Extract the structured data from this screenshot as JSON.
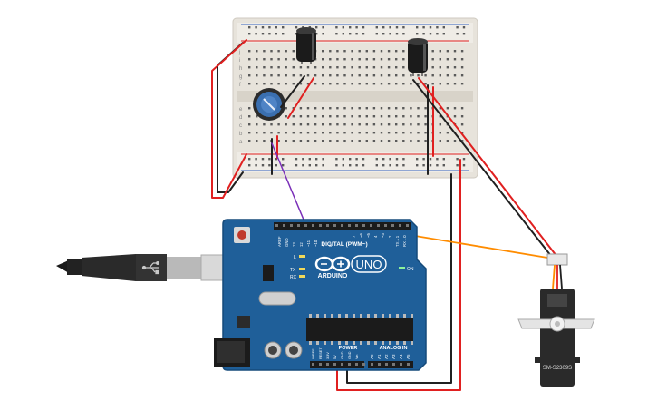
{
  "colors": {
    "background": "#ffffff",
    "breadboard": "#e7e3db",
    "board": "#1f5f99",
    "board_dark": "#154a7a",
    "wire_red": "#e02020",
    "wire_black": "#202020",
    "wire_orange": "#ff8c00",
    "wire_purple": "#7a2fb8",
    "servo": "#2a2a2a",
    "pot": "#3a6fb0",
    "capacitor": "#1b1b1b"
  },
  "arduino": {
    "brand": "ARDUINO",
    "model": "UNO",
    "digital_label": "DIGITAL (PWM~)",
    "power_label": "POWER",
    "analog_label": "ANALOG IN",
    "on_label": "ON",
    "led_l": "L",
    "led_tx": "TX",
    "led_rx": "RX",
    "analog_pins": [
      "A0",
      "A1",
      "A2",
      "A3",
      "A4",
      "A5"
    ],
    "power_pins": [
      "IOREF",
      "RESET",
      "3.3V",
      "5V",
      "GND",
      "GND",
      "Vin"
    ],
    "digital_pins_left": [
      "AREF",
      "GND",
      "13",
      "12",
      "~11",
      "~10",
      "~9",
      "8"
    ],
    "digital_pins_right": [
      "7",
      "~6",
      "~5",
      "4",
      "~3",
      "2",
      "TX→1",
      "RX←0"
    ]
  },
  "servo": {
    "model": "SM-S2309S"
  },
  "breadboard": {
    "row_letters_top": [
      "j",
      "i",
      "h",
      "g",
      "f"
    ],
    "row_letters_bottom": [
      "e",
      "d",
      "c",
      "b",
      "a"
    ]
  },
  "icons": {
    "usb_plug": "usb-plug-icon",
    "infinity_logo": "arduino-infinity-icon"
  }
}
